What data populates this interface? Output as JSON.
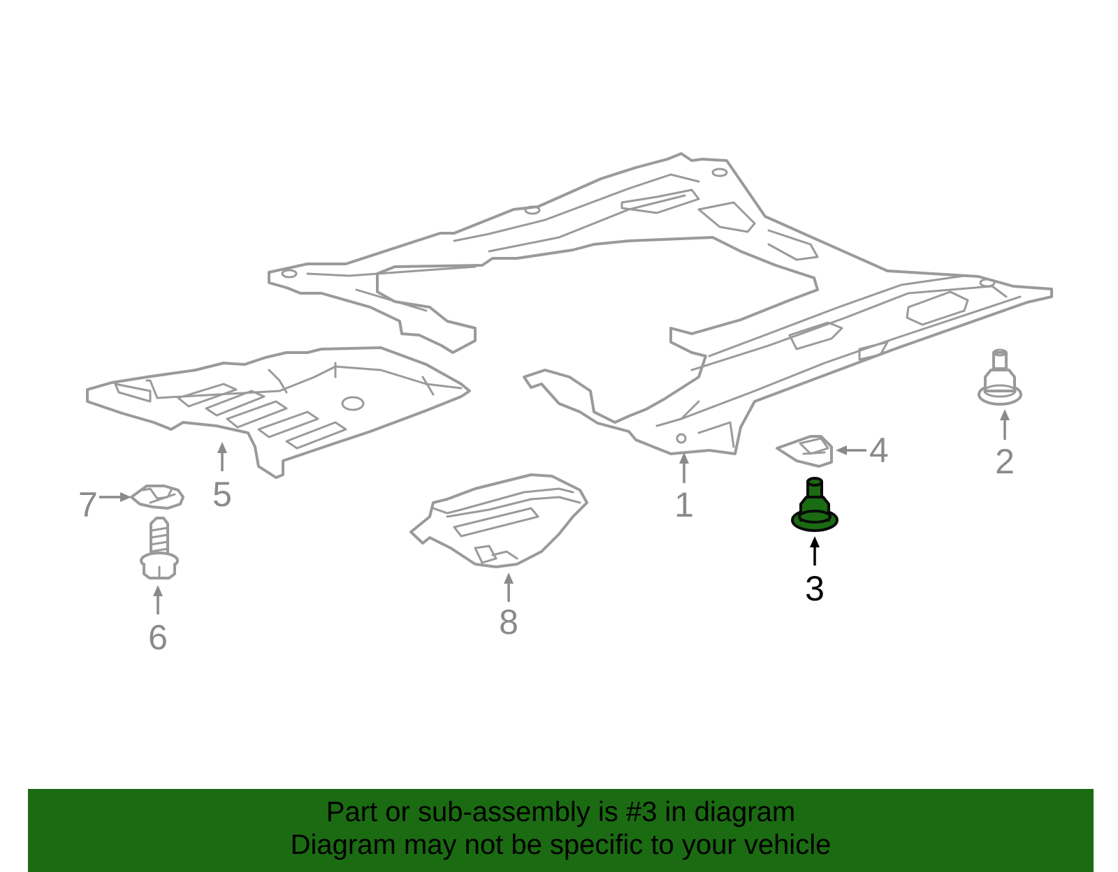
{
  "diagram": {
    "callouts": [
      {
        "id": "1",
        "label": "1"
      },
      {
        "id": "2",
        "label": "2"
      },
      {
        "id": "3",
        "label": "3",
        "highlighted": true
      },
      {
        "id": "4",
        "label": "4"
      },
      {
        "id": "5",
        "label": "5"
      },
      {
        "id": "6",
        "label": "6"
      },
      {
        "id": "7",
        "label": "7"
      },
      {
        "id": "8",
        "label": "8"
      }
    ],
    "colors": {
      "line_art": "#9a9a9a",
      "callout": "#8a8a8a",
      "highlight_fill": "#1b6b12",
      "highlight_stroke": "#000000"
    }
  },
  "banner": {
    "line1": "Part or sub-assembly is #3 in diagram",
    "line2": "Diagram may not be specific to your vehicle",
    "background": "#1b6b12"
  }
}
